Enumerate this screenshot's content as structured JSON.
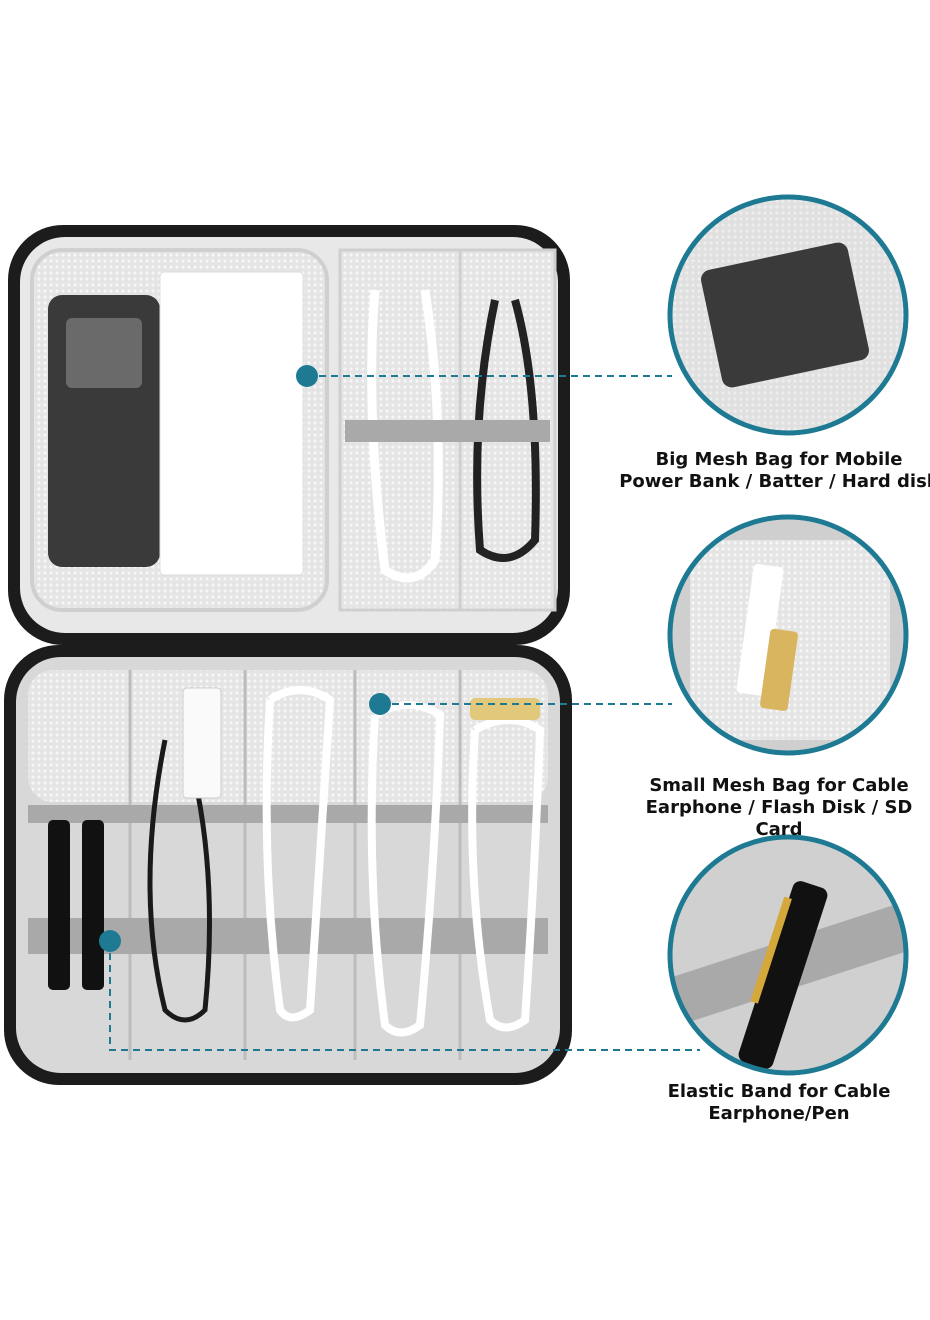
{
  "callouts": [
    {
      "line1": "Big Mesh Bag for Mobile",
      "line2": "Power Bank / Batter / Hard disk"
    },
    {
      "line1": "Small Mesh Bag for Cable",
      "line2": "Earphone / Flash Disk / SD Card"
    },
    {
      "line1": "Elastic Band for Cable",
      "line2": "Earphone/Pen"
    }
  ],
  "colors": {
    "accent": "#1e7a93",
    "case_shell": "#1c1c1c",
    "lining": "#d9d9d9",
    "band": "#a9a9a9"
  }
}
